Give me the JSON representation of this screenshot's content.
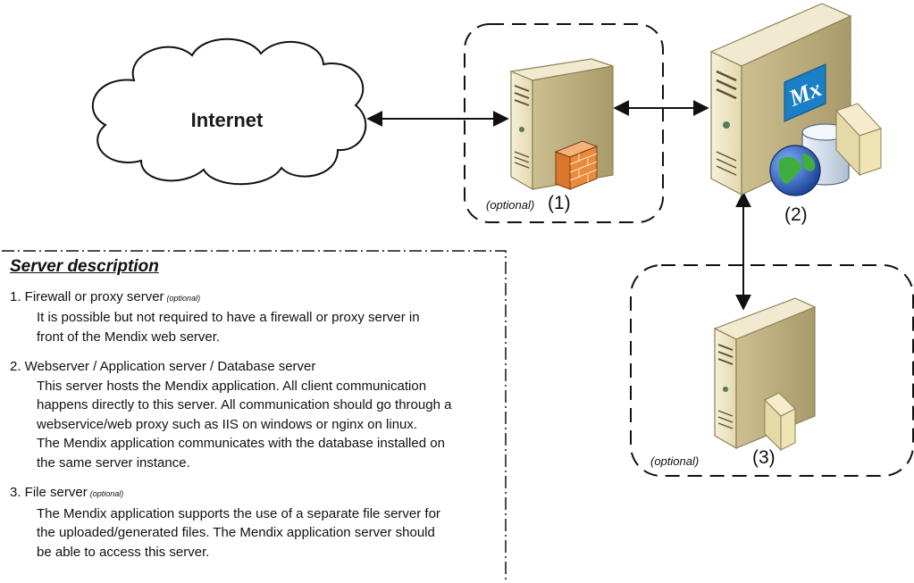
{
  "diagram": {
    "internet_label": "Internet",
    "firewall_label": "(1)",
    "webserver_label": "(2)",
    "fileserver_label": "(3)",
    "optional_label_1": "(optional)",
    "optional_label_3": "(optional)",
    "logo_text": "Mx"
  },
  "description": {
    "title": "Server description",
    "items": [
      {
        "heading": "1. Firewall or proxy server",
        "tag": "(optional)",
        "lines": [
          "It is possible but not required to have a firewall or proxy server in",
          "front of the Mendix web server."
        ]
      },
      {
        "heading": "2. Webserver / Application server / Database server",
        "tag": "",
        "lines": [
          "This server hosts the Mendix application. All client communication",
          "happens directly to this server. All communication should go through a",
          "webservice/web proxy such as IIS on windows or nginx on linux.",
          "The Mendix application communicates with the database installed on",
          "the same server instance."
        ]
      },
      {
        "heading": "3. File server",
        "tag": "(optional)",
        "lines": [
          "The Mendix application supports the use of a separate file server for",
          "the uploaded/generated files. The Mendix application server should",
          "be able to access this server."
        ]
      }
    ]
  },
  "colors": {
    "server_body": "#eee5c2",
    "server_side": "#c9bc8f",
    "brick": "#e88a3a",
    "mx_logo": "#1a7fc4",
    "globe": "#2a62b8",
    "database": "#d8e4ef"
  }
}
